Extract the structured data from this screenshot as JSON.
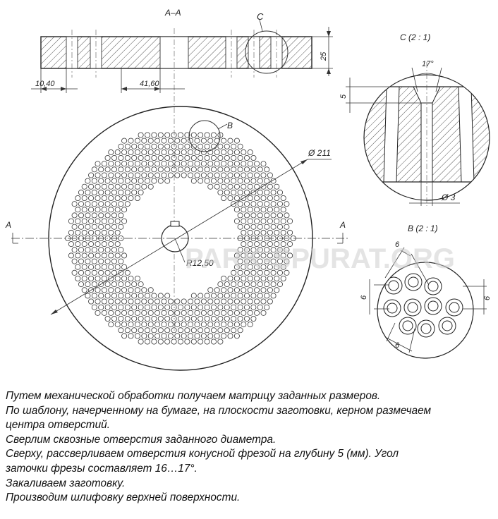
{
  "drawing": {
    "section_label": "А–А",
    "section_marker": "А",
    "detail_c_marker": "C",
    "detail_b_marker": "В",
    "detail_c_title": "C (2 : 1)",
    "detail_b_title": "В (2 : 1)",
    "dim_edge_offset": "10,40",
    "dim_hole_zone": "41,60",
    "dim_thickness": "25",
    "dim_diameter": "Ø 211",
    "dim_radius": "R12,50",
    "dim_cone_angle": "17°",
    "dim_cone_depth": "5",
    "dim_hole_diameter": "Ø 3",
    "dim_pitch": "6",
    "watermark": "PARK-SPURAT.ORG"
  },
  "description": {
    "lines": [
      "Путем механической обработки получаем матрицу заданных размеров.",
      "По шаблону, начерченному на бумаге, на плоскости заготовки, керном размечаем",
      "центра отверстий.",
      "Сверлим сквозные отверстия заданного диаметра.",
      "Сверху, рассверливаем отверстия конусной фрезой на глубину 5 (мм). Угол",
      "заточки фрезы составляет 16…17°.",
      "Закаливаем заготовку.",
      "Производим шлифовку верхней поверхности."
    ]
  }
}
